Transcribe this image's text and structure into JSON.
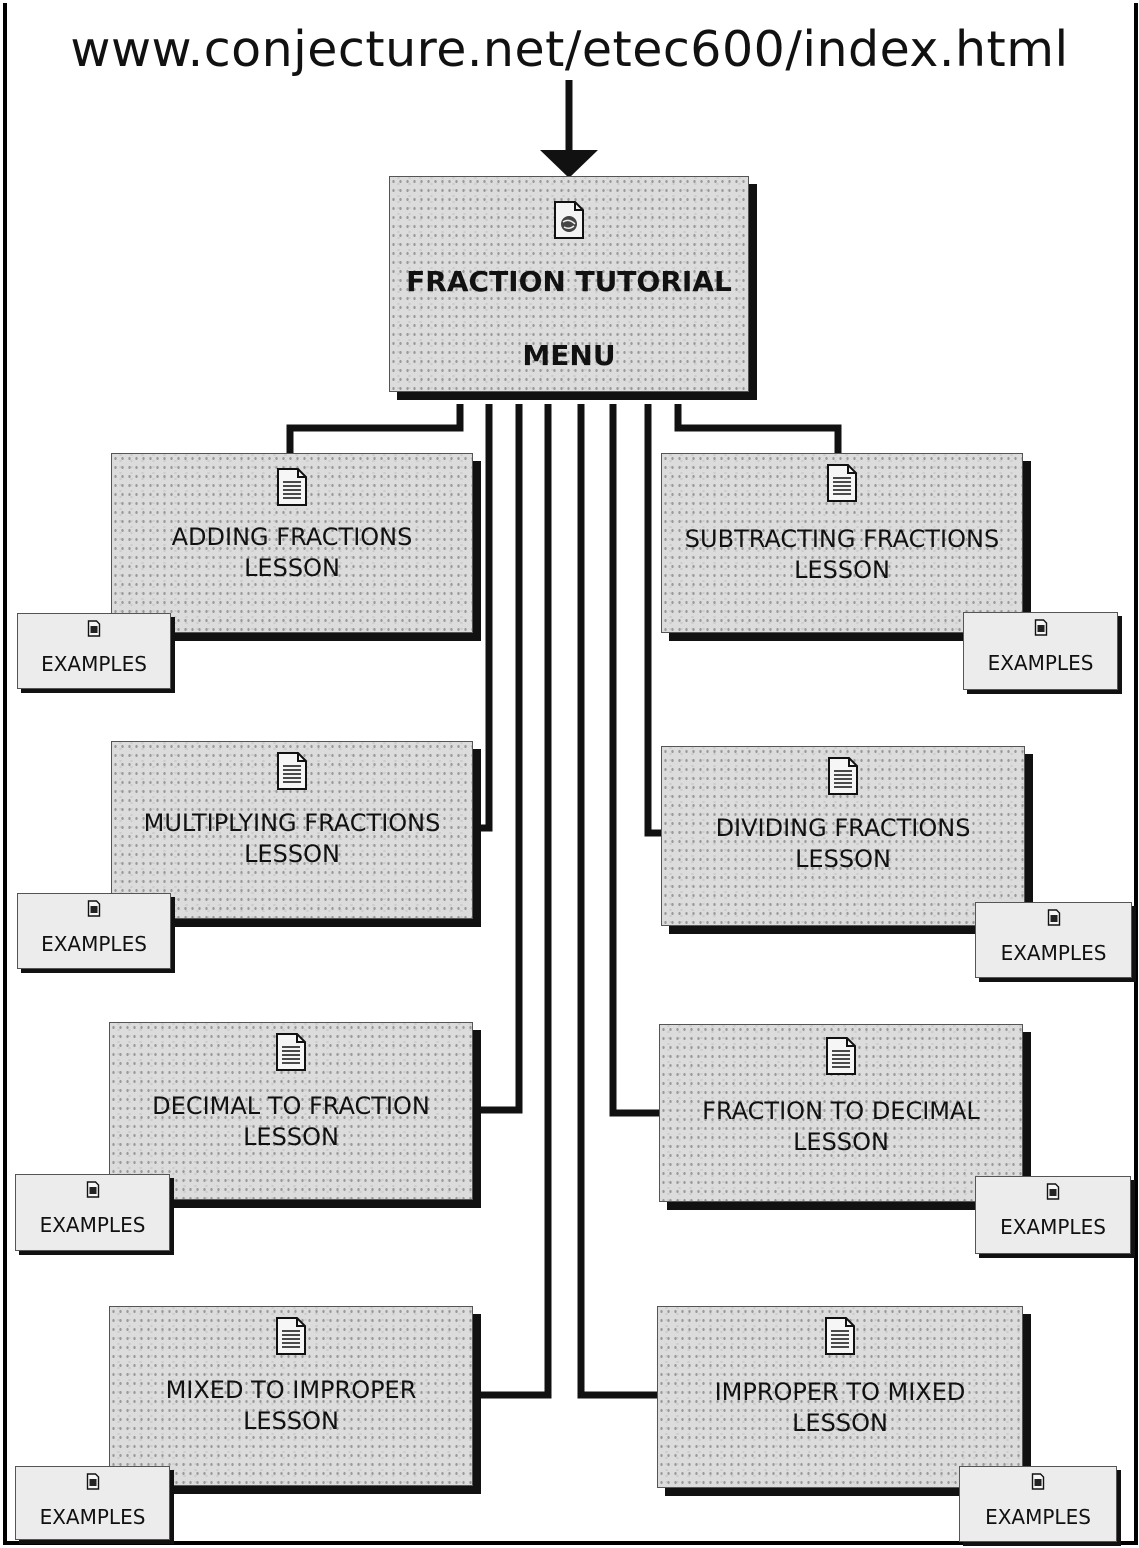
{
  "url": "www.conjecture.net/etec600/index.html",
  "menu": {
    "title_line1": "FRACTION TUTORIAL",
    "title_line2": "MENU"
  },
  "lessons": [
    {
      "line1": "ADDING FRACTIONS",
      "line2": "LESSON",
      "examples": "EXAMPLES"
    },
    {
      "line1": "SUBTRACTING FRACTIONS",
      "line2": "LESSON",
      "examples": "EXAMPLES"
    },
    {
      "line1": "MULTIPLYING FRACTIONS",
      "line2": "LESSON",
      "examples": "EXAMPLES"
    },
    {
      "line1": "DIVIDING FRACTIONS",
      "line2": "LESSON",
      "examples": "EXAMPLES"
    },
    {
      "line1": "DECIMAL TO FRACTION",
      "line2": "LESSON",
      "examples": "EXAMPLES"
    },
    {
      "line1": "FRACTION TO DECIMAL",
      "line2": "LESSON",
      "examples": "EXAMPLES"
    },
    {
      "line1": "MIXED TO IMPROPER",
      "line2": "LESSON",
      "examples": "EXAMPLES"
    },
    {
      "line1": "IMPROPER TO MIXED",
      "line2": "LESSON",
      "examples": "EXAMPLES"
    }
  ],
  "icons": {
    "menu": "globe-document-icon",
    "lesson": "document-icon",
    "examples": "small-document-icon"
  },
  "colors": {
    "box_fill": "#dcdcdc",
    "line": "#111111",
    "text": "#111111"
  }
}
